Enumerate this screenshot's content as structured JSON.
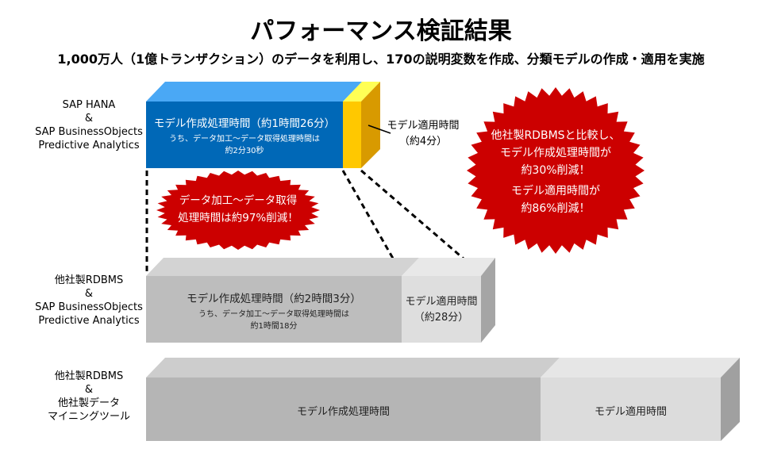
{
  "title": "パフォーマンス検証結果",
  "subtitle": "1,000万人（1億トランザクション）のデータを利用し、170の説明変数を作成、分類モデルの作成・適用を実施",
  "systems": [
    {
      "line1": "SAP HANA",
      "line2": "&",
      "line3": "SAP BusinessObjects",
      "line4": "Predictive Analytics"
    },
    {
      "line1": "他社製RDBMS",
      "line2": "&",
      "line3": "SAP BusinessObjects",
      "line4": "Predictive Analytics"
    },
    {
      "line1": "他社製RDBMS",
      "line2": "&",
      "line3": "他社製データ",
      "line4": "マイニングツール"
    }
  ],
  "bar1": {
    "build_label": "モデル作成処理時間（約1時間26分）",
    "build_note1": "うち、データ加工〜データ取得処理時間は",
    "build_note2": "約2分30秒",
    "apply_label1": "モデル適用時間",
    "apply_label2": "（約4分）"
  },
  "bar2": {
    "build_label": "モデル作成処理時間（約2時間3分）",
    "build_note1": "うち、データ加工〜データ取得処理時間は",
    "build_note2": "約1時間18分",
    "apply_label1": "モデル適用時間",
    "apply_label2": "（約28分）"
  },
  "bar3": {
    "build_label": "モデル作成処理時間",
    "apply_label": "モデル適用時間"
  },
  "burst_left": {
    "line1": "データ加工〜データ取得",
    "line2": "処理時間は約97%削減！"
  },
  "burst_right": {
    "line1": "他社製RDBMSと比較し、",
    "line2": "モデル作成処理時間が",
    "line3": "約30%削減！",
    "line4": "モデル適用時間が",
    "line5": "約86%削減！"
  },
  "colors": {
    "hana_blue": "#0068b7",
    "hana_top": "#4aa8f5",
    "apply_yellow": "#ffc800",
    "burst_red": "#cc0000",
    "gray": "#bdbdbd"
  }
}
